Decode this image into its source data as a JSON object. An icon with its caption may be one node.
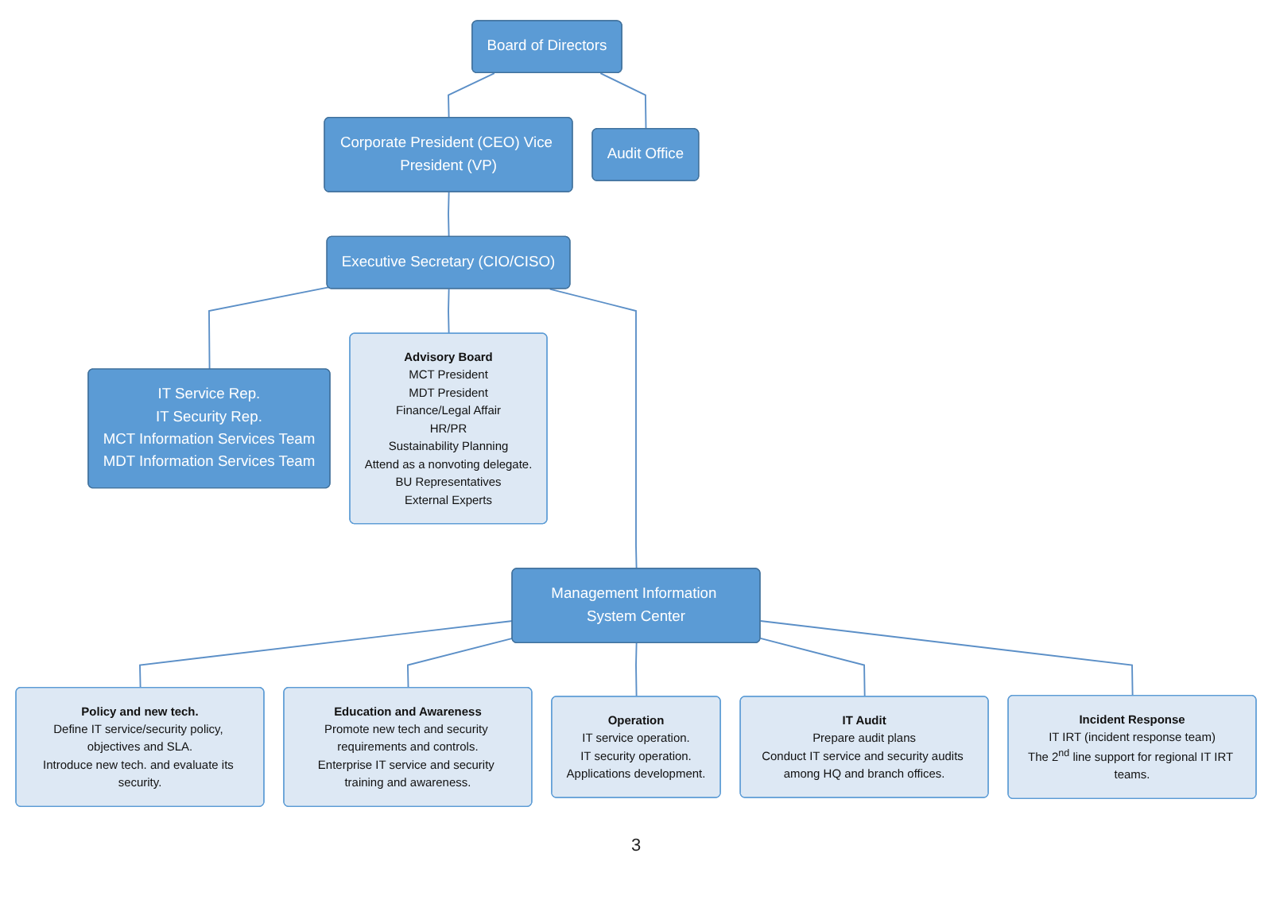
{
  "diagram": {
    "nodes": [
      {
        "text": [
          "Board of Directors"
        ]
      },
      {
        "text": [
          "Audit Office"
        ]
      },
      {
        "text": [
          "Corporate President (CEO) Vice President (VP)"
        ]
      },
      {
        "text": [
          "IT Service Rep.",
          "IT Security Rep.",
          "MCT Information Services Team",
          "MDT Information Services Team"
        ]
      },
      {
        "text": [
          "Executive Secretary (CIO/CISO)"
        ]
      },
      {
        "text": [
          "Advisory Board",
          "MCT President",
          "MDT President",
          "Finance/Legal Affair",
          "HR/PR",
          "Sustainability Planning",
          "Attend as a nonvoting delegate.",
          "BU Representatives",
          "External Experts"
        ]
      },
      {
        "text": [
          "Management Information System Center"
        ]
      },
      {
        "text": [
          "Policy and new tech.",
          "Define IT service/security policy, objectives and SLA.",
          "Introduce new tech. and evaluate its security."
        ]
      },
      {
        "text": [
          "Education and Awareness",
          "Promote new tech and security requirements and controls.",
          "Enterprise IT service and security training and awareness."
        ]
      },
      {
        "text": [
          "Operation",
          "IT service operation.",
          "IT security operation.",
          "Applications development."
        ]
      },
      {
        "text": [
          "IT Audit",
          "Prepare audit plans",
          "Conduct IT service and security audits among HQ and branch offices."
        ]
      },
      {
        "text": [
          "Incident Response",
          "IT IRT (incident response team)",
          "The 2$^{nd}$ line support for regional IT IRT teams."
        ]
      }
    ],
    "edges": [
      {
        "from": 0,
        "to": 2,
        "arrow": "none"
      },
      {
        "from": 0,
        "to": 1,
        "arrow": "none"
      },
      {
        "from": 2,
        "to": 4,
        "arrow": "none"
      },
      {
        "from": 4,
        "to": 3,
        "arrow": "none"
      },
      {
        "from": 4,
        "to": 6,
        "arrow": "none"
      },
      {
        "from": 4,
        "to": 5,
        "arrow": "none"
      },
      {
        "from": 6,
        "to": 7,
        "arrow": "none"
      },
      {
        "from": 6,
        "to": 8,
        "arrow": "none"
      },
      {
        "from": 6,
        "to": 9,
        "arrow": "none"
      },
      {
        "from": 6,
        "to": 10,
        "arrow": "none"
      },
      {
        "from": 6,
        "to": 11,
        "arrow": "none"
      }
    ],
    "labels": [
      "3"
    ]
  }
}
